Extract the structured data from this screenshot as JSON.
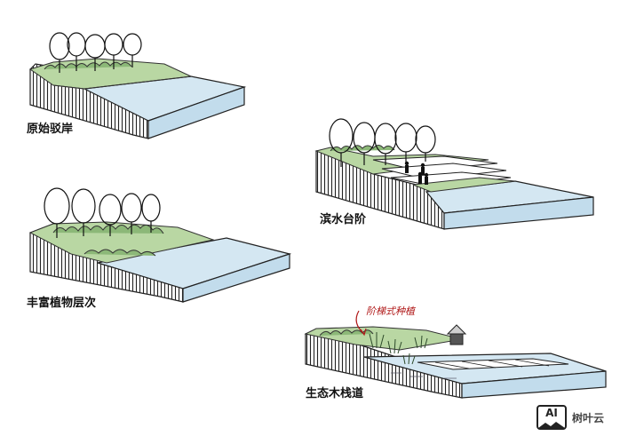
{
  "labels": {
    "original_bank": "原始驳岸",
    "waterfront_steps": "滨水台阶",
    "rich_vegetation": "丰富植物层次",
    "eco_boardwalk": "生态木栈道"
  },
  "annotation": "阶梯式种植",
  "watermark": {
    "logo_text": "AI",
    "brand_text": "树叶云"
  },
  "colors": {
    "water_top": "#d4e7f2",
    "water_side": "#c2dcec",
    "grass": "#b9d7a3",
    "grass_dark": "#8cb878",
    "annotation": "#b01818"
  }
}
